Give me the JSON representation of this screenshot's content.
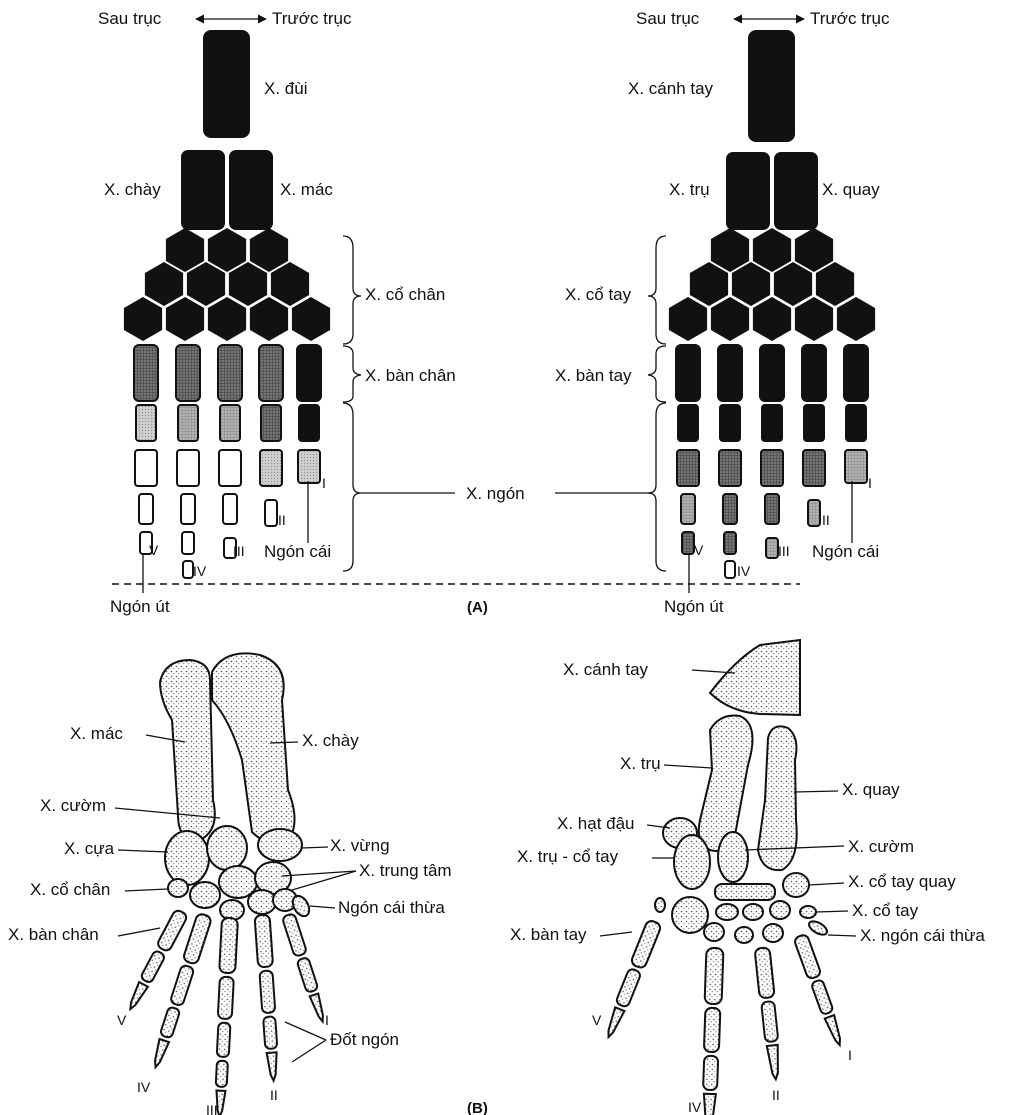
{
  "panel_a": {
    "label": "(A)",
    "axis_left": "Sau trục",
    "axis_right": "Trước trục",
    "central_label": "X. ngón",
    "hindlimb": {
      "femur": "X. đùi",
      "tibia": "X. chày",
      "fibula": "X. mác",
      "tarsals": "X. cổ chân",
      "metatarsals": "X. bàn chân",
      "thumb": "Ngón cái",
      "little_finger": "Ngón út",
      "digit_labels": [
        "I",
        "II",
        "III",
        "IV",
        "V"
      ]
    },
    "forelimb": {
      "humerus": "X. cánh tay",
      "ulna": "X. trụ",
      "radius": "X. quay",
      "carpals": "X. cổ tay",
      "metacarpals": "X. bàn tay",
      "thumb": "Ngón cái",
      "little_finger": "Ngón út",
      "digit_labels": [
        "I",
        "II",
        "III",
        "IV",
        "V"
      ]
    }
  },
  "panel_b": {
    "label": "(B)",
    "foot": {
      "fibula": "X. mác",
      "tibia": "X. chày",
      "fibulare": "X. cườm",
      "saw_bone": "X. cựa",
      "tarsal": "X. cổ chân",
      "metatarsal": "X. bàn chân",
      "patella_like": "X. vừng",
      "centralia": "X. trung tâm",
      "prehallux": "Ngón cái thừa",
      "phalanges": "Đốt ngón",
      "digit_labels": [
        "V",
        "IV",
        "III",
        "II",
        "I"
      ]
    },
    "hand": {
      "humerus": "X. cánh tay",
      "ulna": "X. trụ",
      "radius": "X. quay",
      "pisiform": "X. hạt đậu",
      "ulnare": "X. trụ - cổ tay",
      "intermedium": "X. cườm",
      "radiale": "X. cổ tay quay",
      "carpal": "X. cổ tay",
      "prepollex": "X. ngón cái thừa",
      "metacarpal": "X. bàn tay",
      "digit_labels": [
        "V",
        "IV",
        "II",
        "I"
      ]
    }
  }
}
